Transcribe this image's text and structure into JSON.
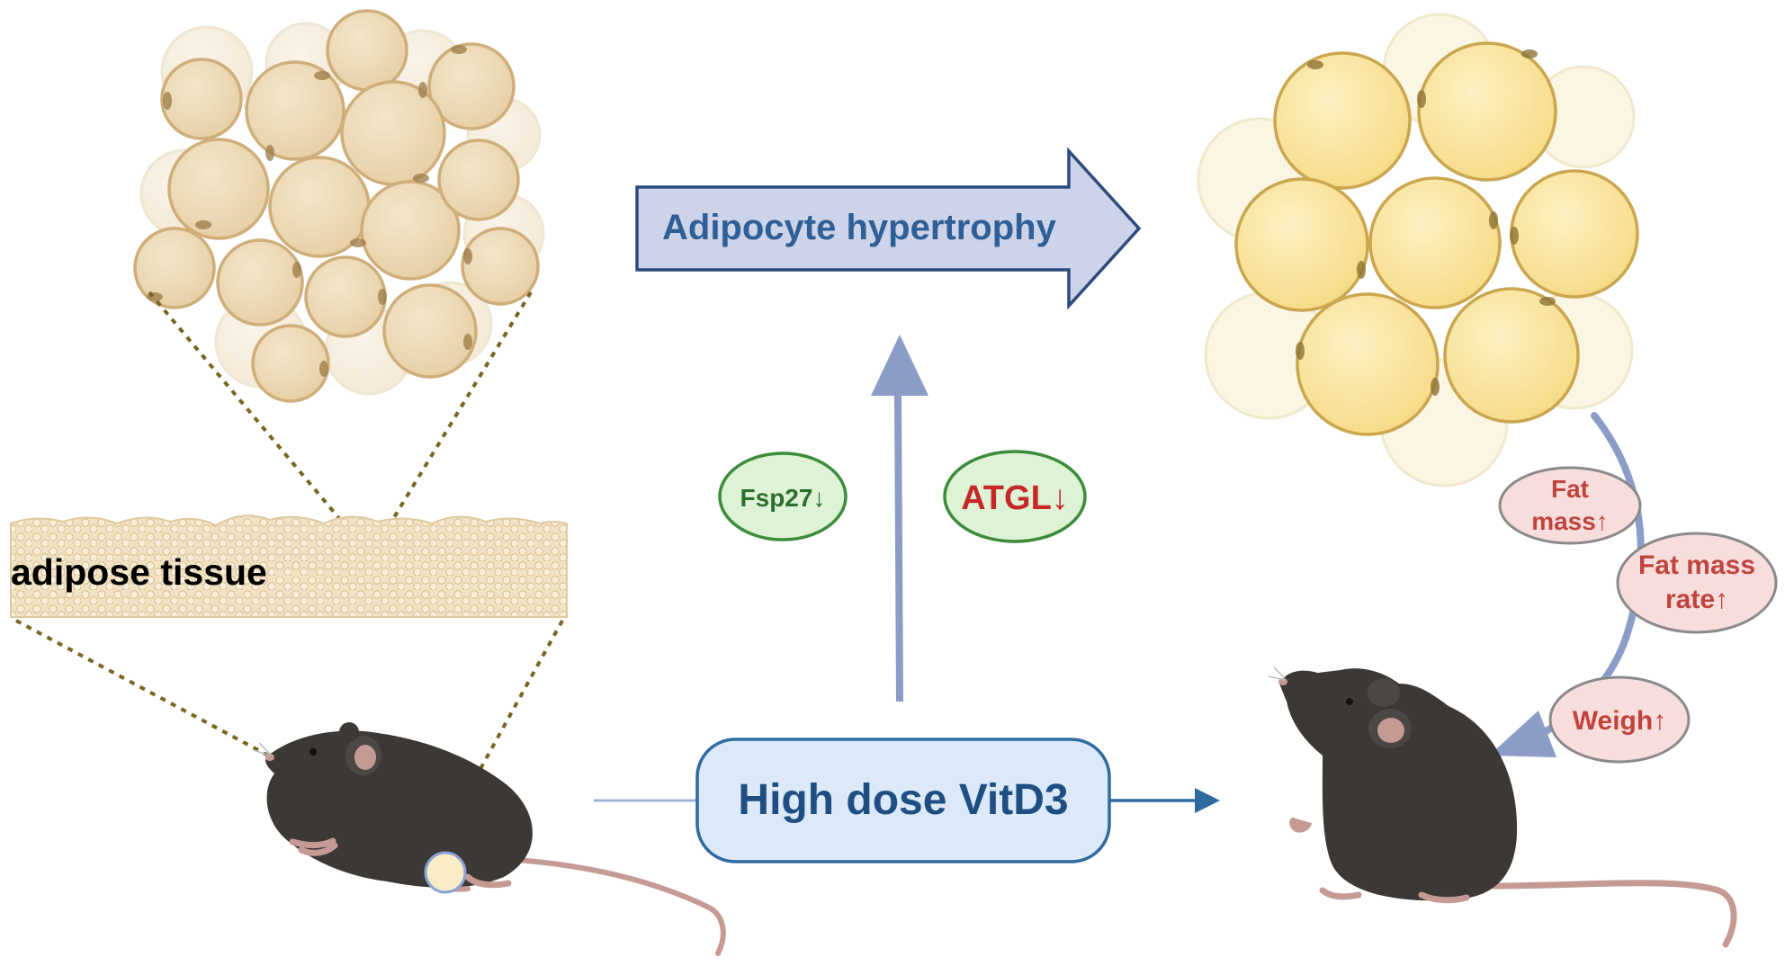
{
  "labels": {
    "adipose_tissue": "adipose tissue",
    "hypertrophy": "Adipocyte hypertrophy",
    "treatment": "High dose VitD3",
    "fsp27": "Fsp27↓",
    "atgl": "ATGL↓",
    "fat_mass_line1": "Fat",
    "fat_mass_line2": "mass↑",
    "fat_mass_rate_line1": "Fat mass",
    "fat_mass_rate_line2": "rate↑",
    "weigh": "Weigh↑"
  },
  "colors": {
    "cell_normal": "#efdcbc",
    "cell_normal_stroke": "#cfae7a",
    "cell_hyper": "#fbe7a2",
    "cell_hyper_stroke": "#caa64e",
    "arrow_fill": "#cdd3e8",
    "arrow_stroke": "#2c4a7c",
    "arrow_text": "#2f5f97",
    "vertical_arrow": "#8b9cc6",
    "treatment_fill": "#dbe9f8",
    "treatment_stroke": "#2d6aa0",
    "green_fill": "#def3d6",
    "green_stroke": "#3c8c3c",
    "atgl_text": "#c62828",
    "pink_fill": "#f7dedd",
    "pink_stroke": "#8a8a8a",
    "pink_text": "#c0433d",
    "mouse_body": "#3b3836",
    "mouse_pink": "#c69a94",
    "dotted_line": "#7a6420"
  }
}
